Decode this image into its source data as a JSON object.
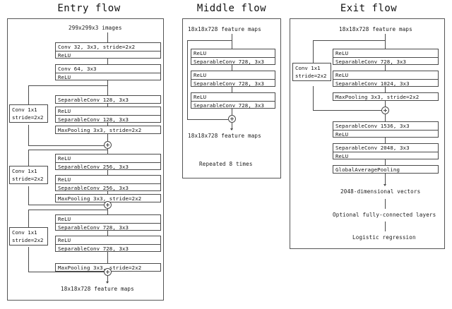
{
  "figure": {
    "kind": "neural-network-architecture-diagram",
    "name": "Xception architecture"
  },
  "columns": [
    {
      "id": "entry",
      "title": "Entry flow",
      "input_caption": "299x299x3 images",
      "output_caption": "18x18x728 feature maps",
      "blocks": [
        {
          "lines": [
            "Conv 32, 3x3, stride=2x2",
            "ReLU"
          ]
        },
        {
          "lines": [
            "Conv 64, 3x3",
            "ReLU"
          ]
        },
        {
          "lines": [
            "SeparableConv 128, 3x3"
          ]
        },
        {
          "lines": [
            "ReLU",
            "SeparableConv 128, 3x3"
          ]
        },
        {
          "lines": [
            "MaxPooling 3x3, stride=2x2"
          ]
        },
        {
          "lines": [
            "ReLU",
            "SeparableConv 256, 3x3"
          ]
        },
        {
          "lines": [
            "ReLU",
            "SeparableConv 256, 3x3"
          ]
        },
        {
          "lines": [
            "MaxPooling 3x3, stride=2x2"
          ]
        },
        {
          "lines": [
            "ReLU",
            "SeparableConv 728, 3x3"
          ]
        },
        {
          "lines": [
            "ReLU",
            "SeparableConv 728, 3x3"
          ]
        },
        {
          "lines": [
            "MaxPooling 3x3, stride=2x2"
          ]
        }
      ],
      "skips": [
        {
          "lines": [
            "Conv 1x1",
            "stride=2x2"
          ]
        },
        {
          "lines": [
            "Conv 1x1",
            "stride=2x2"
          ]
        },
        {
          "lines": [
            "Conv 1x1",
            "stride=2x2"
          ]
        }
      ]
    },
    {
      "id": "middle",
      "title": "Middle flow",
      "input_caption": "18x18x728 feature maps",
      "output_caption": "18x18x728 feature maps",
      "repeat_caption": "Repeated 8 times",
      "blocks": [
        {
          "lines": [
            "ReLU",
            "SeparableConv 728, 3x3"
          ]
        },
        {
          "lines": [
            "ReLU",
            "SeparableConv 728, 3x3"
          ]
        },
        {
          "lines": [
            "ReLU",
            "SeparableConv 728, 3x3"
          ]
        }
      ]
    },
    {
      "id": "exit",
      "title": "Exit flow",
      "input_caption": "18x18x728 feature maps",
      "blocks": [
        {
          "lines": [
            "ReLU",
            "SeparableConv 728, 3x3"
          ]
        },
        {
          "lines": [
            "ReLU",
            "SeparableConv 1024, 3x3"
          ]
        },
        {
          "lines": [
            "MaxPooling 3x3, stride=2x2"
          ]
        },
        {
          "lines": [
            "SeparableConv 1536, 3x3",
            "ReLU"
          ]
        },
        {
          "lines": [
            "SeparableConv 2048, 3x3",
            "ReLU"
          ]
        },
        {
          "lines": [
            "GlobalAveragePooling"
          ]
        }
      ],
      "skips": [
        {
          "lines": [
            "Conv 1x1",
            "stride=2x2"
          ]
        }
      ],
      "tail_captions": [
        "2048-dimensional vectors",
        "Optional fully-connected layers",
        "Logistic regression"
      ]
    }
  ],
  "colors": {
    "stroke": "#4a4a4a",
    "panel_border": "#555555",
    "text": "#151515",
    "background": "#ffffff"
  }
}
